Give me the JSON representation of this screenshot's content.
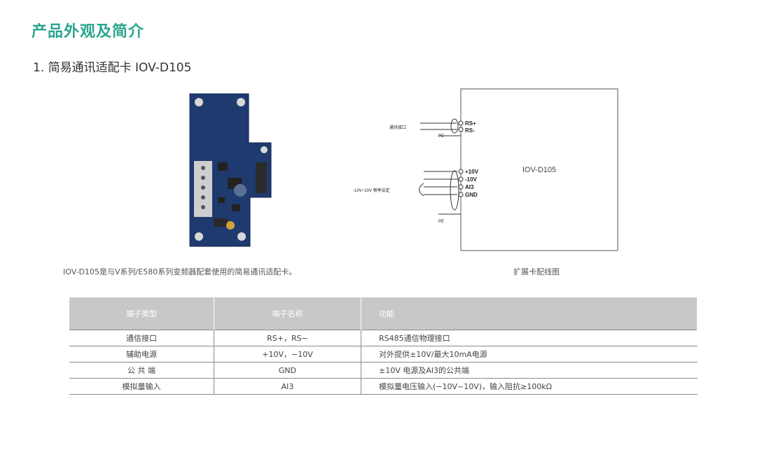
{
  "page": {
    "title": "产品外观及简介",
    "subtitle": "1. 简易通讯适配卡 IOV-D105"
  },
  "figure": {
    "caption_left": "IOV-D105是与V系列/E580系列变频器配套使用的简易通讯适配卡。",
    "caption_right": "扩展卡配线图"
  },
  "diagram": {
    "box_label": "IOV-D105",
    "terminals": [
      "RS+",
      "RS-",
      "+10V",
      "-10V",
      "AI3",
      "GND"
    ],
    "comm_label": "通讯接口",
    "freq_label": "-10V~10V 频率设定",
    "pe_label": "PE"
  },
  "table": {
    "headers": [
      "端子类型",
      "端子名称",
      "功能"
    ],
    "rows": [
      [
        "通信接口",
        "RS+，RS−",
        "RS485通信物理接口"
      ],
      [
        "辅助电源",
        "+10V，−10V",
        "对外提供±10V/最大10mA电源"
      ],
      [
        "公 共 端",
        "GND",
        "±10V 电源及AI3的公共端"
      ],
      [
        "模拟量输入",
        "AI3",
        "模拟量电压输入(−10V~10V)，输入阻抗≥100kΩ"
      ]
    ]
  }
}
